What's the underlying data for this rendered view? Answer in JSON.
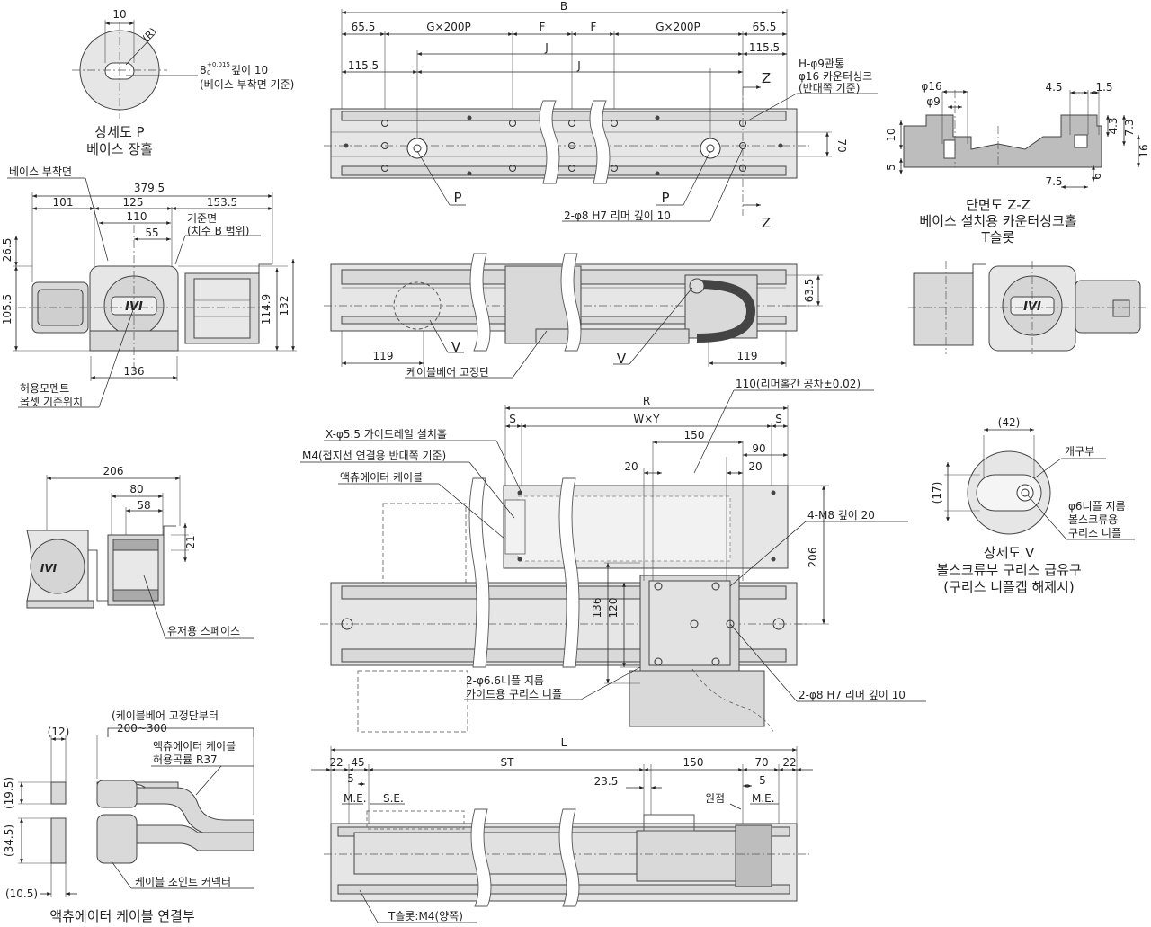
{
  "title": "",
  "detail_p": {
    "title_line1": "상세도 P",
    "title_line2": "베이스 장홀",
    "dim_width": "10",
    "radius_label": "(R)",
    "depth_prefix": "8",
    "tol_upper": "+0.015",
    "tol_lower": "0",
    "depth_suffix": "깊이 10",
    "depth_note": "(베이스 부착면 기준)"
  },
  "top_view": {
    "overall": "B",
    "pitch_left": "G×200P",
    "f1": "F",
    "f2": "F",
    "pitch_right": "G×200P",
    "end_left": "65.5",
    "end_right": "65.5",
    "j_upper": "J",
    "j_lower": "J",
    "edge_right": "115.5",
    "edge_left": "115.5",
    "height_70": "70",
    "hole_note_1": "H-φ9관통",
    "hole_note_2": "φ16 카운터싱크",
    "hole_note_3": "(반대쪽 기준)",
    "section_mark_top": "Z",
    "section_mark_bottom": "Z",
    "detail_p_left": "P",
    "detail_p_right": "P",
    "reamer_note": "2-φ8 H7 리머 깊이 10"
  },
  "section_zz": {
    "title_line1": "단면도 Z-Z",
    "title_line2": "베이스 설치용 카운터싱크홀",
    "title_line3": "T슬롯",
    "phi16": "φ16",
    "phi9": "φ9",
    "d45": "4.5",
    "d15": "1.5",
    "d10": "10",
    "d5": "5",
    "d43": "4.3",
    "d73": "7.3",
    "d16": "16",
    "d6": "6",
    "d75": "7.5"
  },
  "front_view": {
    "base_face": "베이스 부착면",
    "overall_width": "379.5",
    "w101": "101",
    "w125": "125",
    "w1535": "153.5",
    "w110": "110",
    "w55": "55",
    "ref_face_1": "기준면",
    "ref_face_2": "(치수 B 범위)",
    "h265": "26.5",
    "h1055": "105.5",
    "h1149": "114.9",
    "h132": "132",
    "w136": "136",
    "moment_1": "허용모멘트",
    "moment_2": "옵셋 기준위치",
    "logo": "IVI"
  },
  "side_view": {
    "h635": "63.5",
    "w119_left": "119",
    "w119_right": "119",
    "v_left": "V",
    "v_right": "V",
    "cable_fix": "케이블베어 고정단"
  },
  "mid_plan": {
    "r": "R",
    "s_left": "S",
    "s_right": "S",
    "wxy": "W×Y",
    "reamer_tol": "110(리머홀간 공차±0.02)",
    "d150": "150",
    "d90": "90",
    "d20_left": "20",
    "d20_right": "20",
    "guide_hole": "X-φ5.5 가이드레일 설치홀",
    "m4_note": "M4(접지선 연결용 반대쪽 기준)",
    "actuator_cable": "액츄에이터 케이블",
    "m8_note": "4-M8 깊이 20",
    "d206": "206",
    "d136": "136",
    "d120": "120",
    "nipple_1": "2-φ6.6니플 지름",
    "nipple_2": "가이드용 구리스 니플",
    "reamer_bottom": "2-φ8 H7 리머 깊이 10"
  },
  "detail_v": {
    "d42": "(42)",
    "opening": "개구부",
    "d17": "(17)",
    "nipple_1": "φ6니플 지름",
    "nipple_2": "볼스크류용",
    "nipple_3": "구리스 니플",
    "title_line1": "상세도 V",
    "title_line2": "볼스크류부 구리스 급유구",
    "title_line3": "(구리스 니플캡 해제시)"
  },
  "clearance_view": {
    "d206": "206",
    "d80": "80",
    "d58": "58",
    "d21": "21",
    "space": "유저용 스페이스",
    "logo": "IVI"
  },
  "cable_connection": {
    "d12": "(12)",
    "d195": "(19.5)",
    "d345": "(34.5)",
    "d105": "(10.5)",
    "from_fix_1": "(케이블베어 고정단부터",
    "from_fix_2": "200~300",
    "allow_1": "액츄에이터 케이블",
    "allow_2": "허용곡률 R37",
    "joint": "케이블 조인트 커넥터",
    "title": "액츄에이터 케이블 연결부"
  },
  "bottom_view": {
    "l": "L",
    "d22_left": "22",
    "d45": "45",
    "st": "ST",
    "d150": "150",
    "d70": "70",
    "d22_right": "22",
    "d5_left": "5",
    "me_left": "M.E.",
    "se": "S.E.",
    "d235": "23.5",
    "origin": "원점",
    "d5_right": "5",
    "me_right": "M.E.",
    "tslot": "T슬롯:M4(양쪽)"
  }
}
